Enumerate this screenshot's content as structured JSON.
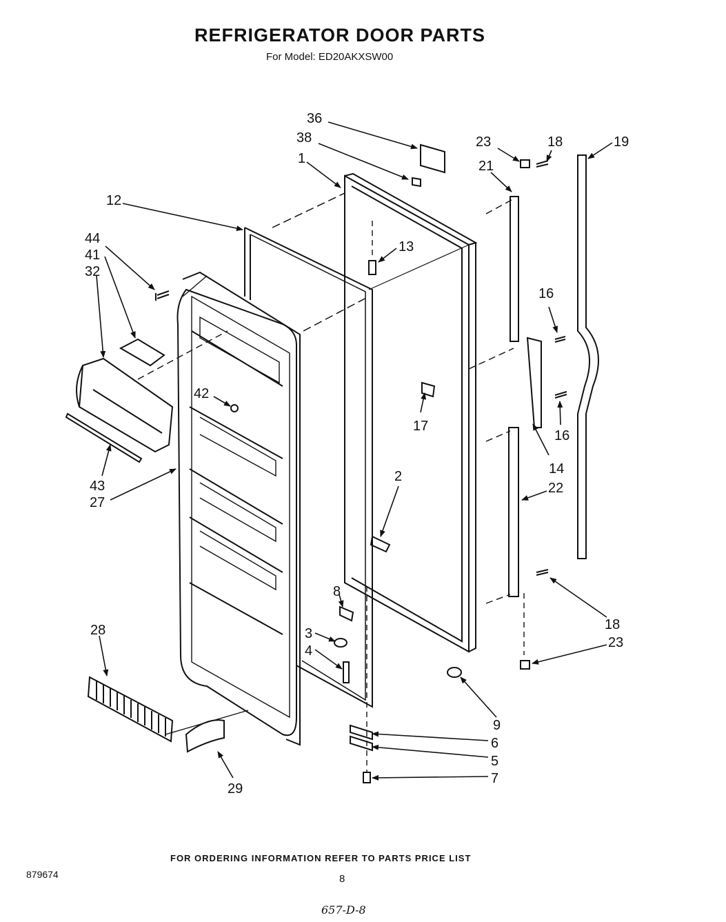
{
  "header": {
    "title": "REFRIGERATOR DOOR PARTS",
    "subtitle": "For Model: ED20AKXSW00"
  },
  "footer": {
    "ordering_note": "FOR ORDERING INFORMATION REFER TO PARTS PRICE LIST",
    "doc_number": "879674",
    "page_number": "8",
    "handwritten_note": "657-D-8"
  },
  "diagram": {
    "callouts": [
      {
        "id": "c36",
        "text": "36"
      },
      {
        "id": "c38",
        "text": "38"
      },
      {
        "id": "c1",
        "text": "1"
      },
      {
        "id": "c12",
        "text": "12"
      },
      {
        "id": "c13",
        "text": "13"
      },
      {
        "id": "c44",
        "text": "44"
      },
      {
        "id": "c41",
        "text": "41"
      },
      {
        "id": "c32",
        "text": "32"
      },
      {
        "id": "c42",
        "text": "42"
      },
      {
        "id": "c43",
        "text": "43"
      },
      {
        "id": "c27",
        "text": "27"
      },
      {
        "id": "c28",
        "text": "28"
      },
      {
        "id": "c29",
        "text": "29"
      },
      {
        "id": "c2",
        "text": "2"
      },
      {
        "id": "c8",
        "text": "8"
      },
      {
        "id": "c3",
        "text": "3"
      },
      {
        "id": "c4",
        "text": "4"
      },
      {
        "id": "c17",
        "text": "17"
      },
      {
        "id": "c9",
        "text": "9"
      },
      {
        "id": "c6",
        "text": "6"
      },
      {
        "id": "c5",
        "text": "5"
      },
      {
        "id": "c7",
        "text": "7"
      },
      {
        "id": "c23a",
        "text": "23"
      },
      {
        "id": "c18a",
        "text": "18"
      },
      {
        "id": "c21",
        "text": "21"
      },
      {
        "id": "c19",
        "text": "19"
      },
      {
        "id": "c16a",
        "text": "16"
      },
      {
        "id": "c16b",
        "text": "16"
      },
      {
        "id": "c14",
        "text": "14"
      },
      {
        "id": "c22",
        "text": "22"
      },
      {
        "id": "c18b",
        "text": "18"
      },
      {
        "id": "c23b",
        "text": "23"
      }
    ]
  }
}
